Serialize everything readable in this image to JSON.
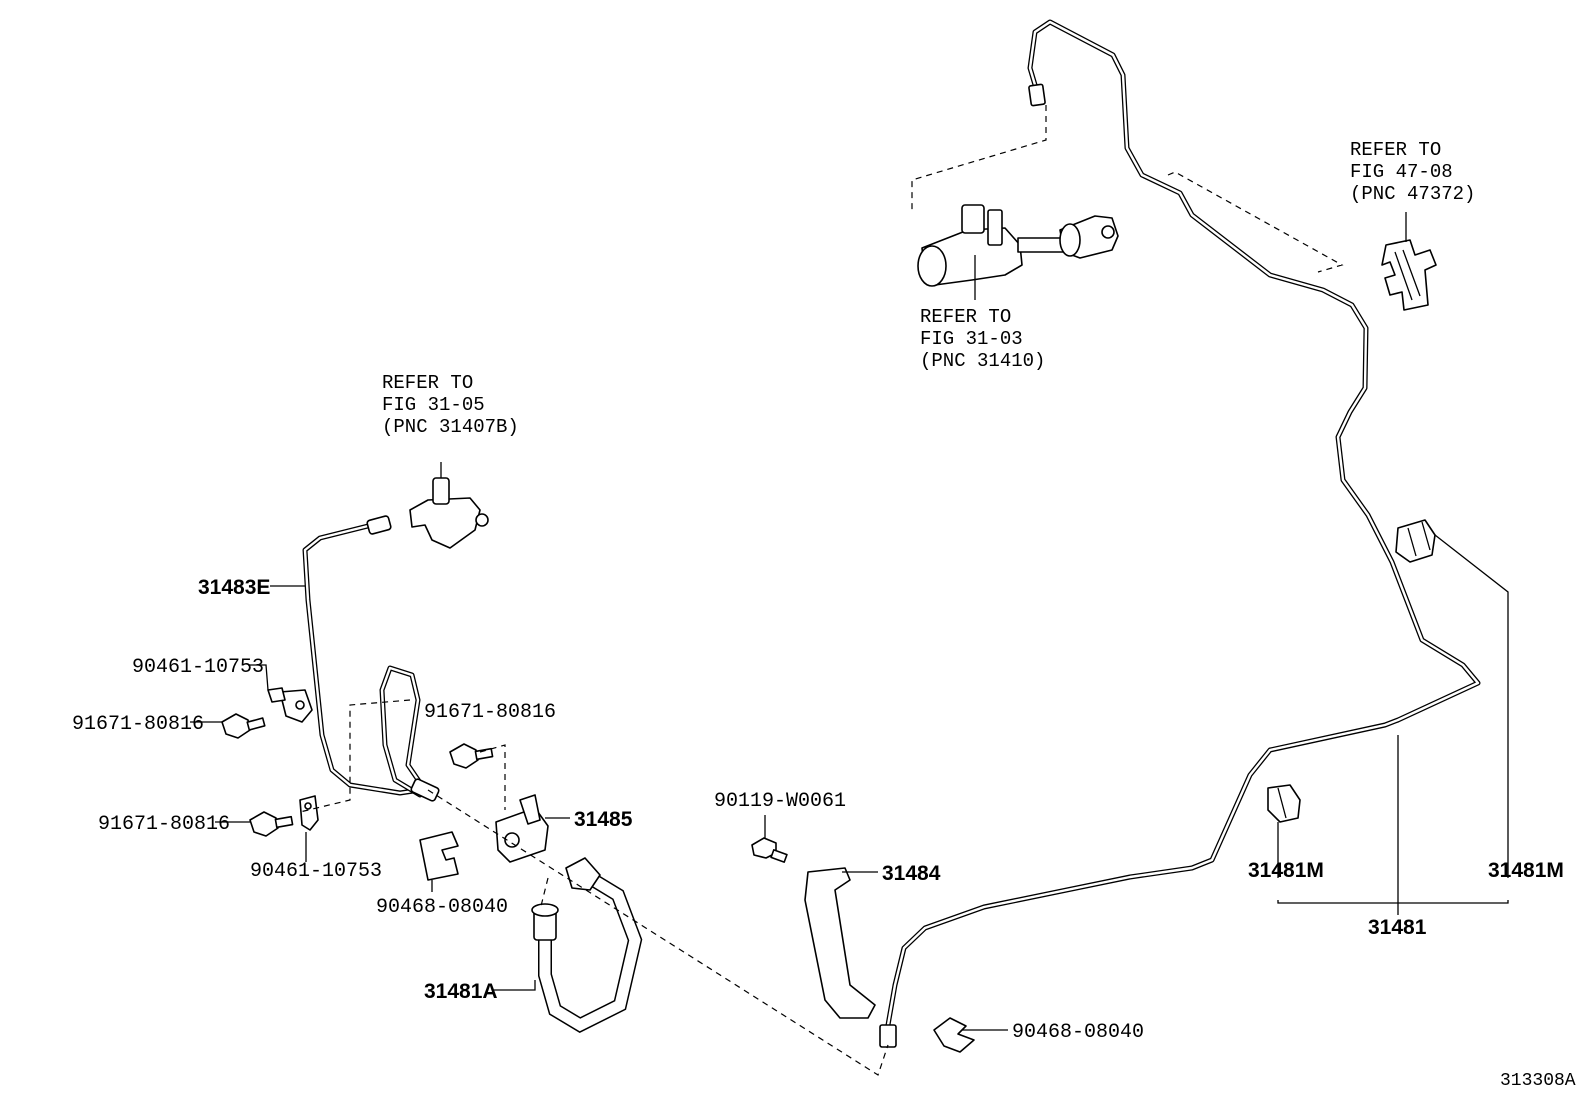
{
  "figure_id": "313308A",
  "references": {
    "fig_31_05": [
      "REFER TO",
      "FIG 31-05",
      "(PNC 31407B)"
    ],
    "fig_31_03": [
      "REFER TO",
      "FIG 31-03",
      "(PNC 31410)"
    ],
    "fig_47_08": [
      "REFER TO",
      "FIG 47-08",
      "(PNC 47372)"
    ]
  },
  "labels": {
    "p31483E": "31483E",
    "p90461_top": "90461-10753",
    "p91671_left_top": "91671-80816",
    "p91671_mid": "91671-80816",
    "p91671_left_bottom": "91671-80816",
    "p90461_bottom": "90461-10753",
    "p31485": "31485",
    "p90468_left": "90468-08040",
    "p31481A": "31481A",
    "p90119": "90119-W0061",
    "p31484": "31484",
    "p90468_right": "90468-08040",
    "p31481M_left": "31481M",
    "p31481M_right": "31481M",
    "p31481": "31481"
  }
}
